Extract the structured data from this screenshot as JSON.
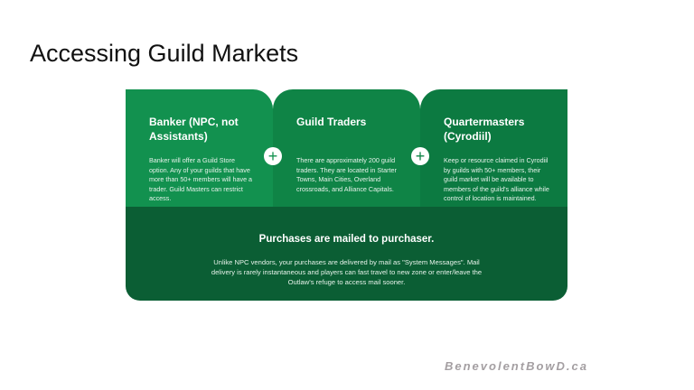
{
  "title": "Accessing Guild Markets",
  "columns": [
    {
      "heading": "Banker (NPC, not Assistants)",
      "body": "Banker will offer a Guild Store option.  Any of your guilds that have more than 50+ members will have a trader. Guild Masters can restrict access."
    },
    {
      "heading": "Guild Traders",
      "body": "There are approximately 200 guild traders. They are located in Starter Towns, Main Cities, Overland crossroads, and Alliance Capitals."
    },
    {
      "heading": "Quartermasters (Cyrodiil)",
      "body": "Keep or resource claimed in Cyrodiil by guilds with 50+ members, their guild market will be available to members of the guild's alliance while control of location is maintained."
    }
  ],
  "plus_icon": "+",
  "bottom": {
    "heading": "Purchases are mailed to purchaser.",
    "body": "Unlike NPC vendors, your purchases are delivered by mail as \"System Messages\". Mail delivery is rarely instantaneous and players can fast travel to new zone or enter/leave the Outlaw's refuge to access mail sooner."
  },
  "watermark": "BenevolentBowD.ca",
  "colors": {
    "green1": "#12914f",
    "green2": "#0f8446",
    "green3": "#0c7a41",
    "dark": "#0b5e34"
  }
}
